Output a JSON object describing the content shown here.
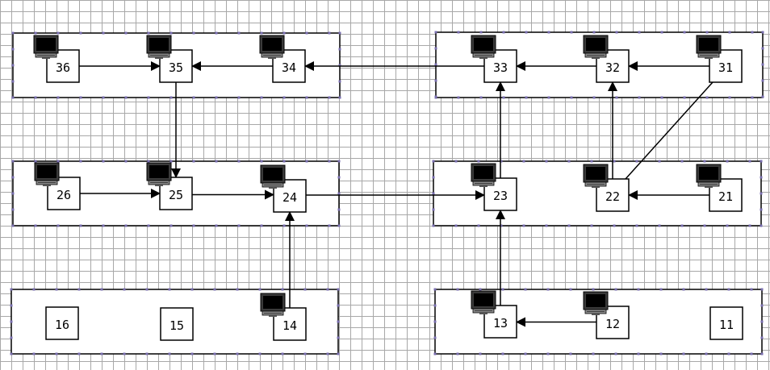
{
  "diagram": {
    "nodes": [
      {
        "id": "36",
        "label": "36",
        "computer": true
      },
      {
        "id": "35",
        "label": "35",
        "computer": true
      },
      {
        "id": "34",
        "label": "34",
        "computer": true
      },
      {
        "id": "33",
        "label": "33",
        "computer": true
      },
      {
        "id": "32",
        "label": "32",
        "computer": true
      },
      {
        "id": "31",
        "label": "31",
        "computer": true
      },
      {
        "id": "26",
        "label": "26",
        "computer": true
      },
      {
        "id": "25",
        "label": "25",
        "computer": true
      },
      {
        "id": "24",
        "label": "24",
        "computer": true
      },
      {
        "id": "23",
        "label": "23",
        "computer": true
      },
      {
        "id": "22",
        "label": "22",
        "computer": true
      },
      {
        "id": "21",
        "label": "21",
        "computer": true
      },
      {
        "id": "16",
        "label": "16",
        "computer": false
      },
      {
        "id": "15",
        "label": "15",
        "computer": false
      },
      {
        "id": "14",
        "label": "14",
        "computer": true
      },
      {
        "id": "13",
        "label": "13",
        "computer": true
      },
      {
        "id": "12",
        "label": "12",
        "computer": true
      },
      {
        "id": "11",
        "label": "11",
        "computer": false
      }
    ],
    "edges": [
      {
        "from": "36",
        "to": "35",
        "arrow": true
      },
      {
        "from": "34",
        "to": "35",
        "arrow": true
      },
      {
        "from": "33",
        "to": "34",
        "arrow": true
      },
      {
        "from": "32",
        "to": "33",
        "arrow": true
      },
      {
        "from": "31",
        "to": "32",
        "arrow": true
      },
      {
        "from": "35",
        "to": "25",
        "arrow": true
      },
      {
        "from": "26",
        "to": "25",
        "arrow": true
      },
      {
        "from": "25",
        "to": "24",
        "arrow": true
      },
      {
        "from": "24",
        "to": "23",
        "arrow": true
      },
      {
        "from": "21",
        "to": "22",
        "arrow": true
      },
      {
        "from": "23",
        "to": "33",
        "arrow": true
      },
      {
        "from": "22",
        "to": "32",
        "arrow": true
      },
      {
        "from": "22",
        "to": "31",
        "arrow": false
      },
      {
        "from": "14",
        "to": "24",
        "arrow": true
      },
      {
        "from": "13",
        "to": "23",
        "arrow": true
      },
      {
        "from": "12",
        "to": "13",
        "arrow": true
      }
    ],
    "icons": {
      "computer": "computer-monitor-icon"
    },
    "colors": {
      "grid": "#a8a8a8",
      "port": "#7a6fb0",
      "stroke": "#000000"
    }
  }
}
